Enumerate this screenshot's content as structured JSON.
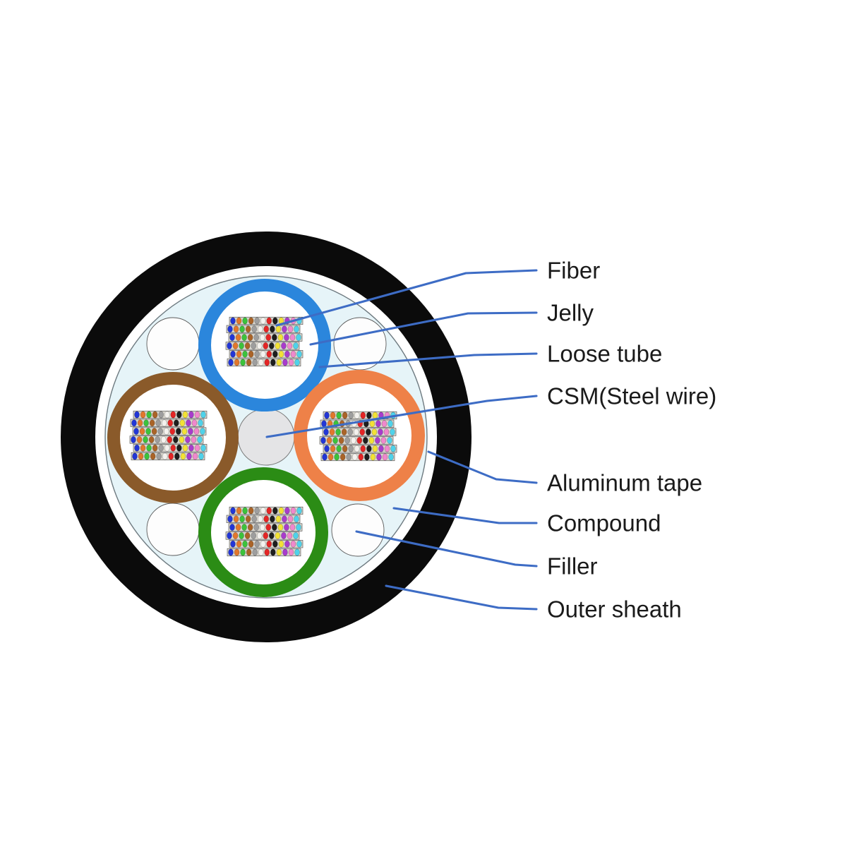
{
  "diagram": {
    "description": "Fiber optic cable cross-section with labeled parts",
    "labels": [
      {
        "key": "fiber",
        "text": "Fiber"
      },
      {
        "key": "jelly",
        "text": "Jelly"
      },
      {
        "key": "loose_tube",
        "text": "Loose tube"
      },
      {
        "key": "csm",
        "text": "CSM(Steel wire)"
      },
      {
        "key": "aluminum_tape",
        "text": "Aluminum tape"
      },
      {
        "key": "compound",
        "text": "Compound"
      },
      {
        "key": "filler",
        "text": "Filler"
      },
      {
        "key": "outer_sheath",
        "text": "Outer sheath"
      }
    ],
    "loose_tubes": [
      {
        "name": "blue",
        "color": "#2b86dc"
      },
      {
        "name": "brown",
        "color": "#8a5a2a"
      },
      {
        "name": "orange",
        "color": "#ee8148"
      },
      {
        "name": "green",
        "color": "#2b8c15"
      }
    ],
    "ribbons_per_tube": 6,
    "fibers_per_ribbon": 12,
    "fiber_color_code": [
      {
        "name": "blue",
        "hex": "#2236d6"
      },
      {
        "name": "orange",
        "hex": "#e2772c"
      },
      {
        "name": "green",
        "hex": "#3cc23c"
      },
      {
        "name": "brown",
        "hex": "#aa6428"
      },
      {
        "name": "slate",
        "hex": "#9e9e9e"
      },
      {
        "name": "white",
        "hex": "#f4f2ee"
      },
      {
        "name": "red",
        "hex": "#e42525"
      },
      {
        "name": "black",
        "hex": "#1e1e1e"
      },
      {
        "name": "yellow",
        "hex": "#f2e136"
      },
      {
        "name": "violet",
        "hex": "#a83ccc"
      },
      {
        "name": "rose",
        "hex": "#f088cc"
      },
      {
        "name": "aqua",
        "hex": "#4fd2ea"
      }
    ],
    "colors": {
      "outer_sheath": "#0b0b0b",
      "liner_band": "#ffffff",
      "compound": "#e6f4f8",
      "aluminum_tape": "#6e7a80",
      "csm": "#e4e4e6",
      "csm_border": "#7a7a7a",
      "filler": "#fdfdfd",
      "filler_border": "#5a5a5a",
      "jelly": "#ffffff",
      "ribbon": "#dbd8d0",
      "ribbon_border": "#3a3a3a",
      "leader_line": "#3d6cc5",
      "label_text": "#1a1a1a",
      "background": "#ffffff"
    }
  }
}
